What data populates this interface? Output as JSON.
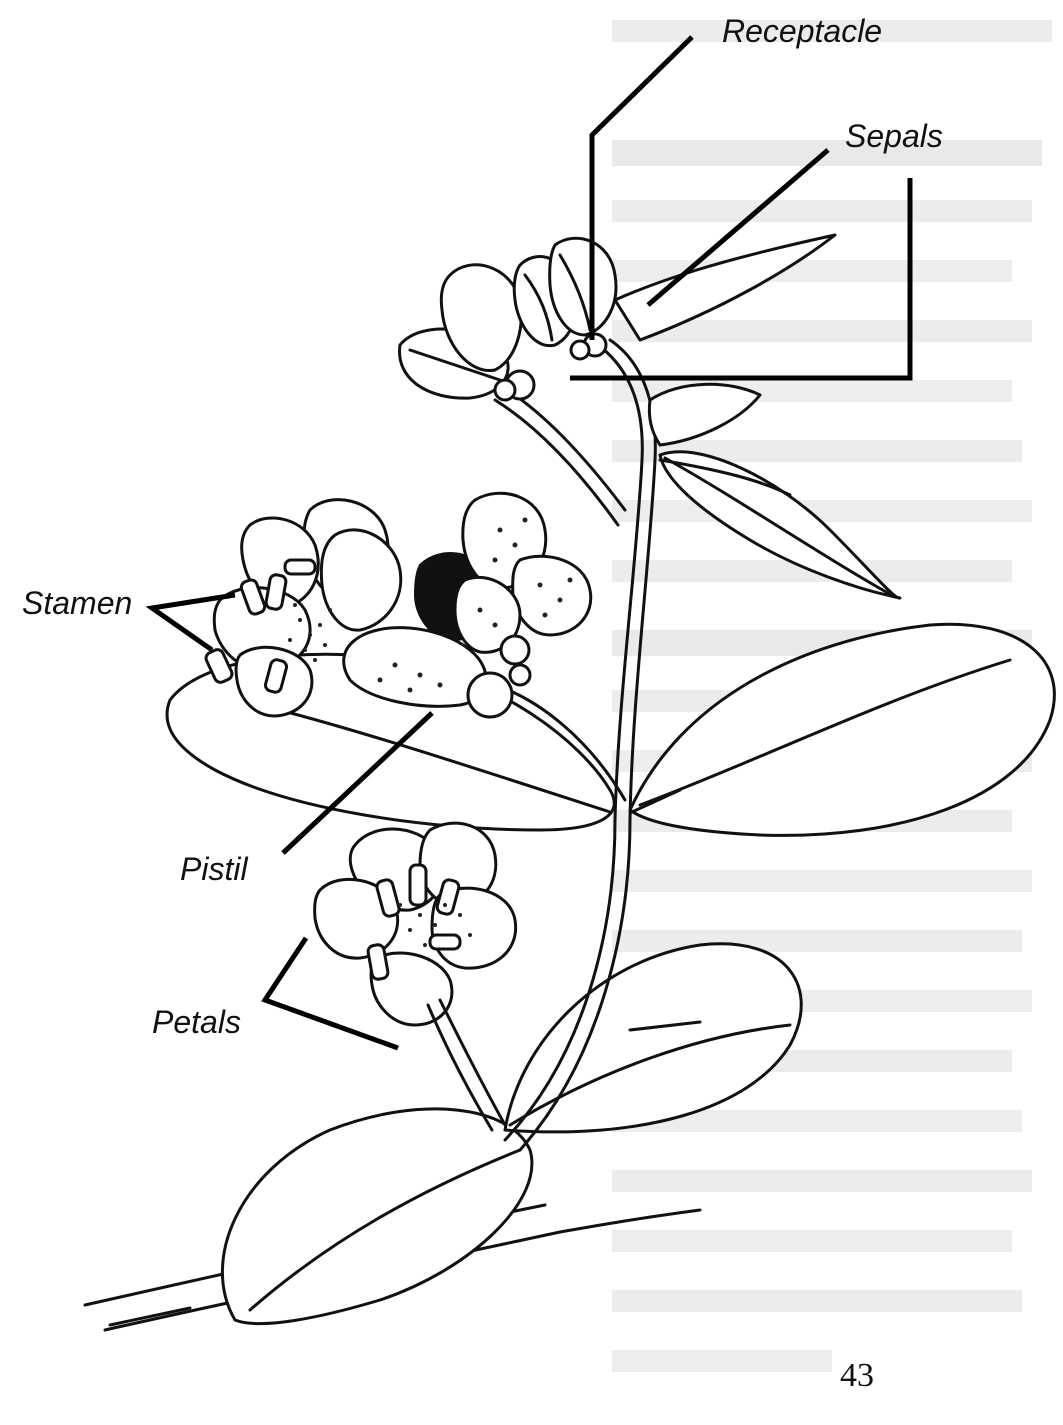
{
  "labels": {
    "receptacle": "Receptacle",
    "sepals": "Sepals",
    "stamen": "Stamen",
    "pistil": "Pistil",
    "petals": "Petals"
  },
  "page_number": "43",
  "colors": {
    "ink": "#111111",
    "bleed_through": "#e2e2e2",
    "paper": "#ffffff"
  }
}
